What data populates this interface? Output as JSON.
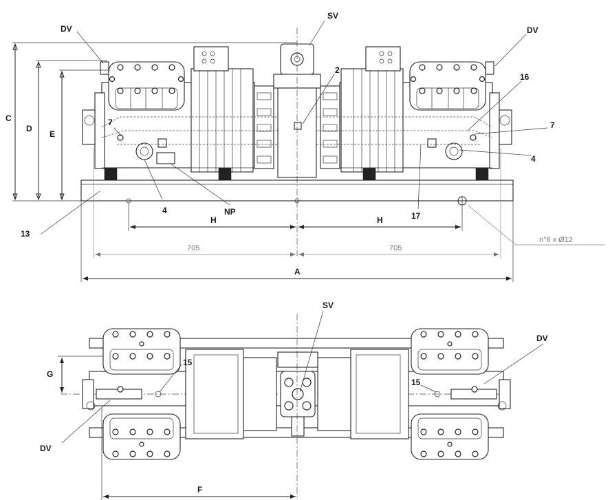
{
  "labels": {
    "top_sv": "SV",
    "top_dv_left": "DV",
    "top_dv_right": "DV",
    "num_2": "2",
    "num_16": "16",
    "num_7_left": "7",
    "num_7_right": "7",
    "num_4_left": "4",
    "num_4_right": "4",
    "np": "NP",
    "num_17": "17",
    "num_13": "13",
    "dim_c": "C",
    "dim_d": "D",
    "dim_e": "E",
    "dim_h_left": "H",
    "dim_h_right": "H",
    "dim_705_left": "705",
    "dim_705_right": "705",
    "dim_a": "A",
    "holes": "n°6 x Ø12",
    "bottom_sv": "SV",
    "bottom_dv_right": "DV",
    "bottom_dv_left": "DV",
    "num_15_left": "15",
    "num_15_right": "15",
    "dim_g": "G",
    "dim_f": "F"
  }
}
